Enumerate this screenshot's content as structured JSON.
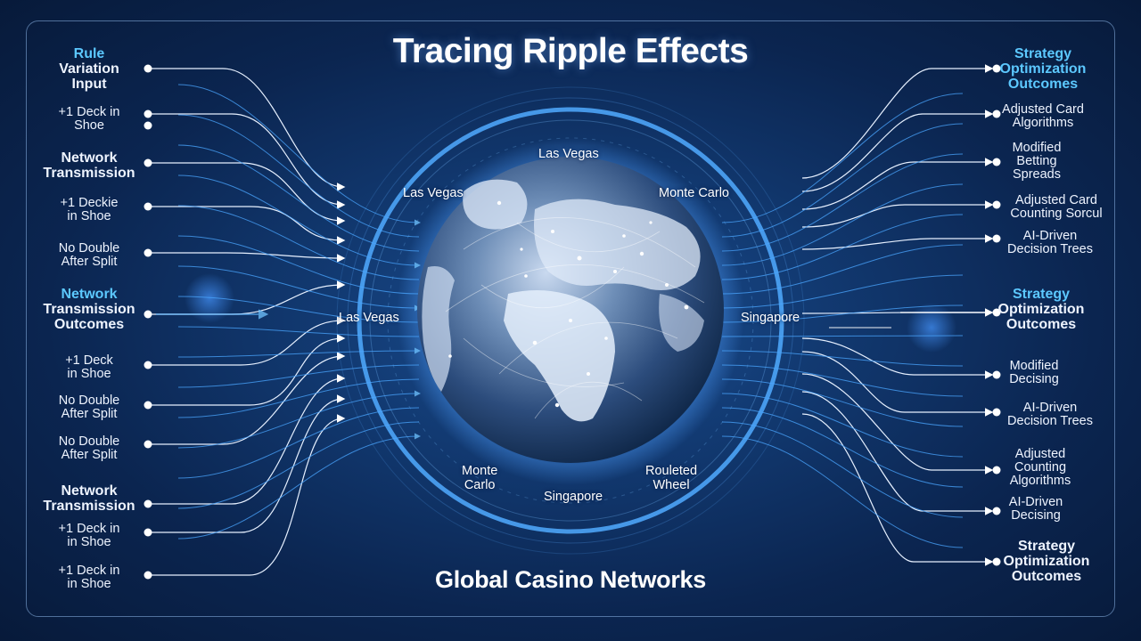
{
  "title": "Tracing Ripple Effects",
  "subtitle": "Global Casino Networks",
  "colors": {
    "accent": "#5cc8ff",
    "line": "#7fb8ff",
    "background": "#0b2550"
  },
  "left_nodes": [
    {
      "line1": "Rule",
      "line2": "Variation",
      "line3": "Input",
      "style": "head-mixed"
    },
    {
      "line1": "+1 Deck in",
      "line2": "Shoe",
      "style": "plain"
    },
    {
      "line1": "Network",
      "line2": "Transmission",
      "style": "head"
    },
    {
      "line1": "+1 Deckie",
      "line2": "in Shoe",
      "style": "plain"
    },
    {
      "line1": "No Double",
      "line2": "After Split",
      "style": "plain"
    },
    {
      "line1": "Network",
      "line2": "Transmission",
      "line3": "Outcomes",
      "style": "head-mixed"
    },
    {
      "line1": "+1 Deck",
      "line2": "in Shoe",
      "style": "plain"
    },
    {
      "line1": "No Double",
      "line2": "After Split",
      "style": "plain"
    },
    {
      "line1": "No Double",
      "line2": "After Split",
      "style": "plain"
    },
    {
      "line1": "Network",
      "line2": "Transmission",
      "style": "head"
    },
    {
      "line1": "+1 Deck in",
      "line2": "in Shoe",
      "style": "plain"
    },
    {
      "line1": "+1 Deck in",
      "line2": "in Shoe",
      "style": "plain"
    }
  ],
  "right_nodes": [
    {
      "line1": "Strategy",
      "line2": "Optimization",
      "line3": "Outcomes",
      "style": "cyan"
    },
    {
      "line1": "Adjusted Card",
      "line2": "Algorithms",
      "style": "plain"
    },
    {
      "line1": "Modified",
      "line2": "Betting",
      "line3": "Spreads",
      "style": "plain"
    },
    {
      "line1": "Adjusted Card",
      "line2": "Counting Sorcul",
      "style": "plain"
    },
    {
      "line1": "AI-Driven",
      "line2": "Decision Trees",
      "style": "plain"
    },
    {
      "line1": "Strategy",
      "line2": "Optimization",
      "line3": "Outcomes",
      "style": "head-mixed"
    },
    {
      "line1": "Modified",
      "line2": "Decising",
      "style": "plain"
    },
    {
      "line1": "AI-Driven",
      "line2": "Decision Trees",
      "style": "plain"
    },
    {
      "line1": "Adjusted",
      "line2": "Counting",
      "line3": "Algorithms",
      "style": "plain"
    },
    {
      "line1": "AI-Driven",
      "line2": "Decising",
      "style": "plain"
    },
    {
      "line1": "Strategy",
      "line2": "Optimization",
      "line3": "Outcomes",
      "style": "head"
    }
  ],
  "cities": {
    "top": "Las Vegas",
    "upper_left": "Las Vegas",
    "upper_right": "Monte Carlo",
    "left": "Las Vegas",
    "right": "Singapore",
    "lower_left_1": "Monte",
    "lower_left_2": "Carlo",
    "bottom": "Singapore",
    "lower_right_1": "Rouleted",
    "lower_right_2": "Wheel"
  },
  "icons": {
    "globe": "earth-globe-icon",
    "node": "node-dot-icon",
    "arrow": "arrow-head-icon"
  }
}
